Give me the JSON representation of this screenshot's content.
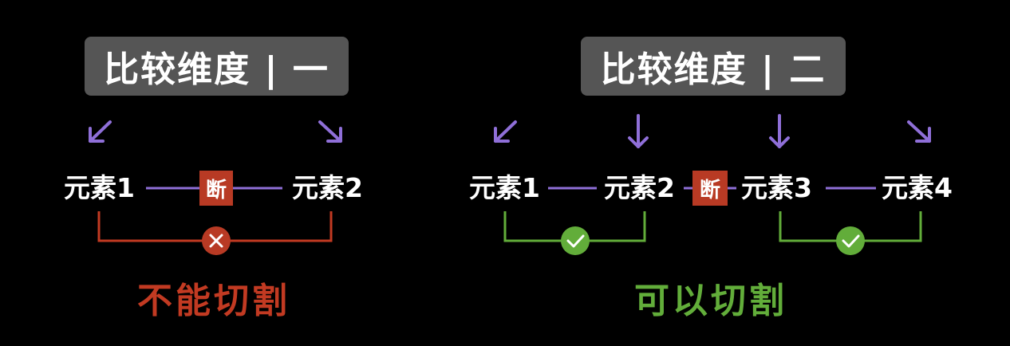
{
  "colors": {
    "background": "#000000",
    "title_box": "#555555",
    "arrow": "#8f6fd8",
    "connector": "#8f6fd8",
    "break_box": "#b83a24",
    "fail": "#c23a22",
    "pass": "#62ad3a",
    "text": "#ffffff"
  },
  "left": {
    "title": "比较维度 | 一",
    "elements": [
      "元素1",
      "元素2"
    ],
    "break_label": "断",
    "result_icon": "cross-icon",
    "verdict": "不能切割"
  },
  "right": {
    "title": "比较维度 | 二",
    "elements": [
      "元素1",
      "元素2",
      "元素3",
      "元素4"
    ],
    "break_label": "断",
    "result_icons": [
      "check-icon",
      "check-icon"
    ],
    "verdict": "可以切割"
  }
}
